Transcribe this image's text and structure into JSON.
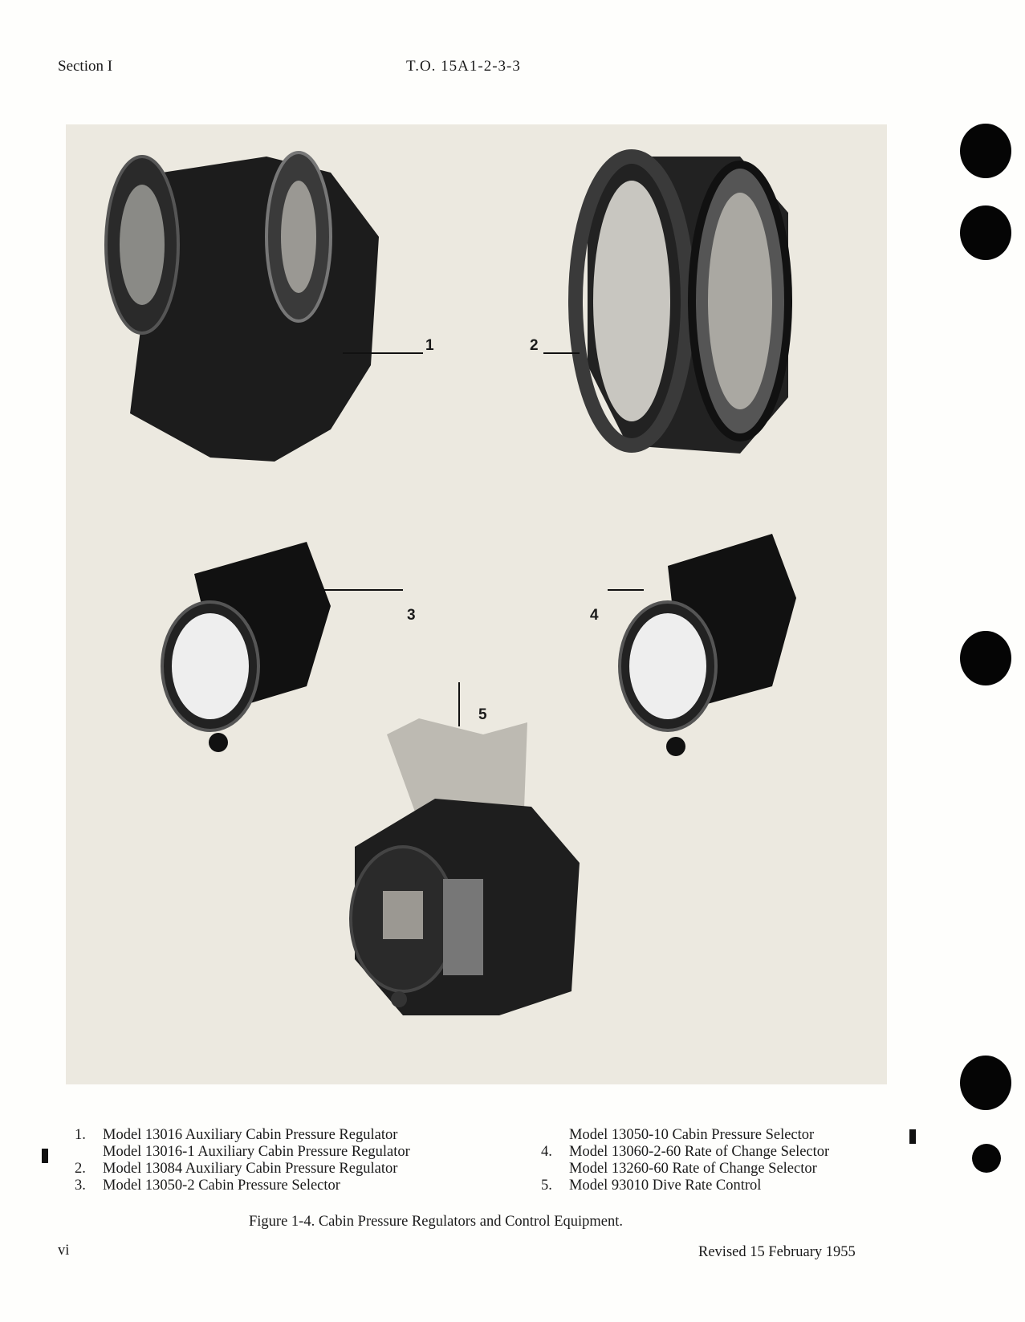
{
  "header": {
    "section": "Section I",
    "to_number": "T.O. 15A1-2-3-3"
  },
  "figure": {
    "callouts": [
      "1",
      "2",
      "3",
      "4",
      "5"
    ],
    "legend_left": [
      {
        "num": "1.",
        "text": "Model 13016 Auxiliary Cabin Pressure Regulator"
      },
      {
        "num": "",
        "text": "Model 13016-1 Auxiliary Cabin Pressure Regulator"
      },
      {
        "num": "2.",
        "text": "Model 13084 Auxiliary Cabin Pressure Regulator"
      },
      {
        "num": "3.",
        "text": "Model 13050-2 Cabin Pressure Selector"
      }
    ],
    "legend_right": [
      {
        "num": "",
        "text": "Model 13050-10 Cabin Pressure Selector"
      },
      {
        "num": "4.",
        "text": "Model 13060-2-60 Rate of Change Selector"
      },
      {
        "num": "",
        "text": "Model 13260-60 Rate of Change Selector"
      },
      {
        "num": "5.",
        "text": "Model 93010 Dive Rate Control"
      }
    ],
    "caption": "Figure 1-4. Cabin Pressure Regulators and Control Equipment."
  },
  "footer": {
    "page": "vi",
    "revised": "Revised 15 February 1955"
  }
}
